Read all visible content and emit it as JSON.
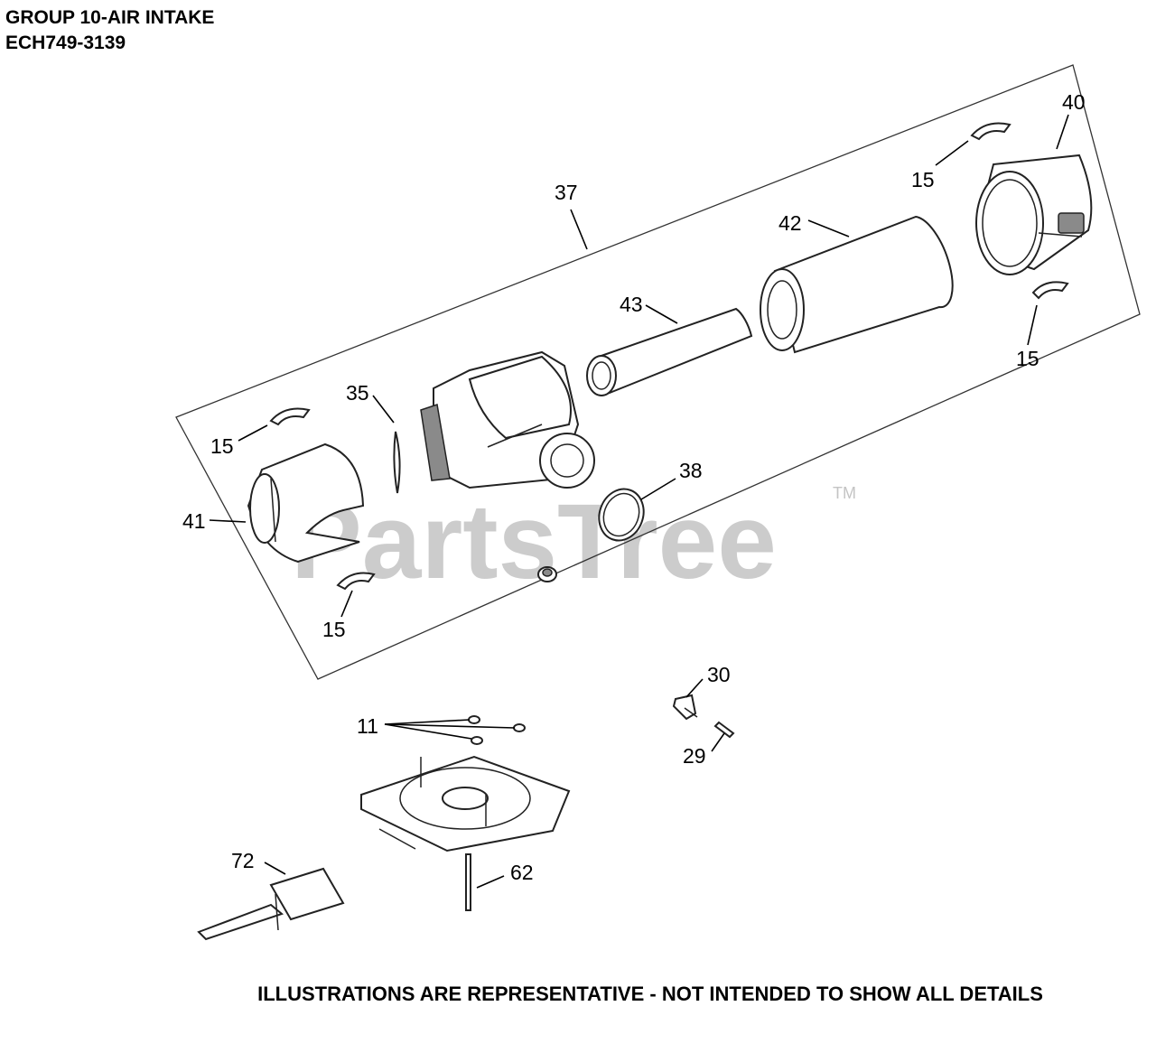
{
  "header": {
    "title_line1": "GROUP 10-AIR INTAKE",
    "title_line2": "ECH749-3139"
  },
  "watermark": {
    "text": "PartsTree",
    "tm": "TM"
  },
  "footer": {
    "text": "ILLUSTRATIONS ARE REPRESENTATIVE - NOT INTENDED TO SHOW ALL DETAILS"
  },
  "callouts": {
    "c40": "40",
    "c15_top_right": "15",
    "c15_right_lower": "15",
    "c37": "37",
    "c42": "42",
    "c43": "43",
    "c35": "35",
    "c15_left": "15",
    "c38": "38",
    "c41": "41",
    "c15_bottom_left": "15",
    "c30": "30",
    "c11": "11",
    "c29": "29",
    "c72": "72",
    "c62": "62"
  }
}
